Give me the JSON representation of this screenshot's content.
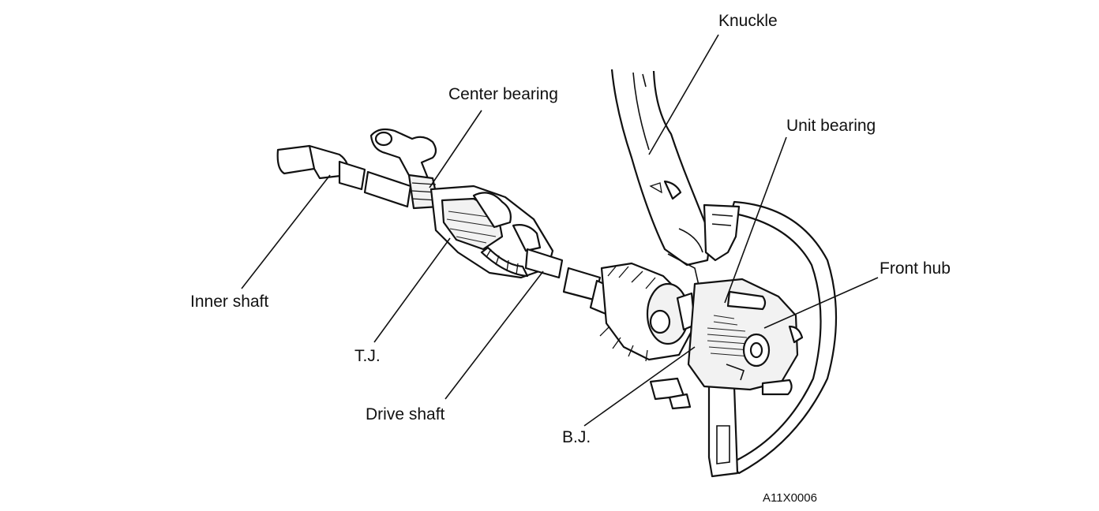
{
  "diagram": {
    "labels": {
      "knuckle": "Knuckle",
      "center_bearing": "Center bearing",
      "unit_bearing": "Unit bearing",
      "front_hub": "Front hub",
      "inner_shaft": "Inner shaft",
      "tj": "T.J.",
      "drive_shaft": "Drive shaft",
      "bj": "B.J."
    },
    "figure_code": "A11X0006"
  }
}
